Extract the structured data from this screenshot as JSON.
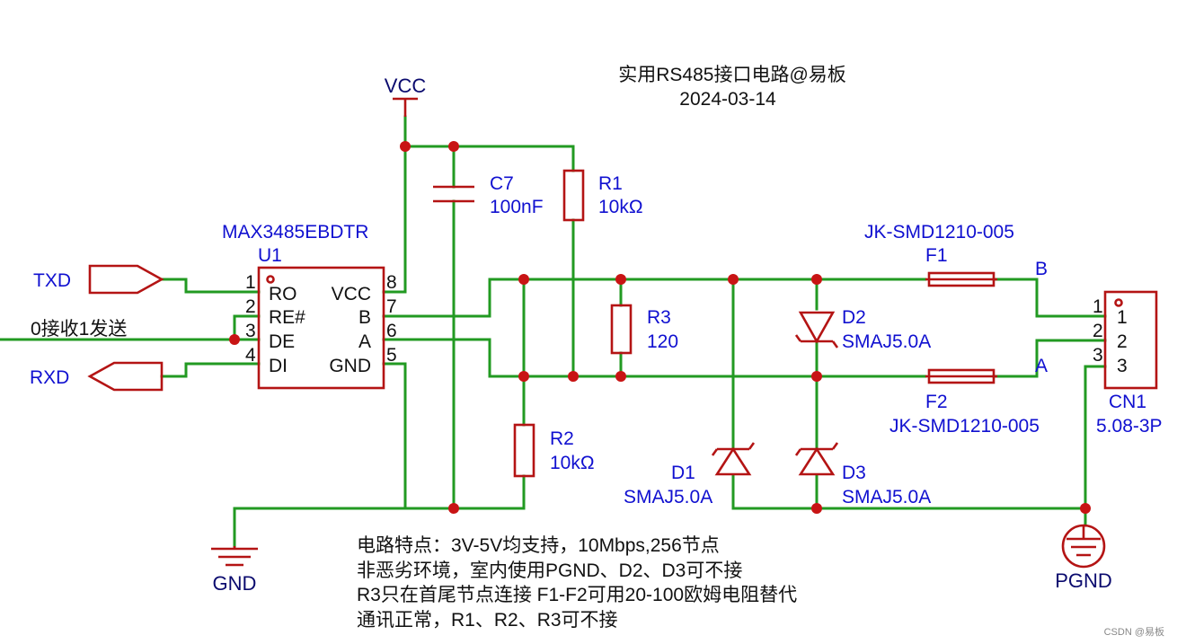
{
  "title": {
    "line1": "实用RS485接口电路@易板",
    "line2": "2024-03-14"
  },
  "power": {
    "vcc": "VCC",
    "gnd": "GND",
    "pgnd": "PGND"
  },
  "u1": {
    "part": "MAX3485EBDTR",
    "ref": "U1",
    "pins_left": [
      {
        "num": "1",
        "name": "RO"
      },
      {
        "num": "2",
        "name": "RE#"
      },
      {
        "num": "3",
        "name": "DE"
      },
      {
        "num": "4",
        "name": "DI"
      }
    ],
    "pins_right": [
      {
        "num": "8",
        "name": "VCC"
      },
      {
        "num": "7",
        "name": "B"
      },
      {
        "num": "6",
        "name": "A"
      },
      {
        "num": "5",
        "name": "GND"
      }
    ]
  },
  "nets": {
    "txd": "TXD",
    "rxd": "RXD",
    "dir": "0接收1发送",
    "b": "B",
    "a": "A"
  },
  "c7": {
    "ref": "C7",
    "value": "100nF"
  },
  "r1": {
    "ref": "R1",
    "value": "10kΩ"
  },
  "r2": {
    "ref": "R2",
    "value": "10kΩ"
  },
  "r3": {
    "ref": "R3",
    "value": "120"
  },
  "d1": {
    "ref": "D1",
    "value": "SMAJ5.0A"
  },
  "d2": {
    "ref": "D2",
    "value": "SMAJ5.0A"
  },
  "d3": {
    "ref": "D3",
    "value": "SMAJ5.0A"
  },
  "f1": {
    "ref": "F1",
    "value": "JK-SMD1210-005"
  },
  "f2": {
    "ref": "F2",
    "value": "JK-SMD1210-005"
  },
  "cn1": {
    "ref": "CN1",
    "value": "5.08-3P",
    "pins": [
      "1",
      "2",
      "3"
    ]
  },
  "notes": [
    "电路特点：3V-5V均支持，10Mbps,256节点",
    "非恶劣环境，室内使用PGND、D2、D3可不接",
    "R3只在首尾节点连接  F1-F2可用20-100欧姆电阻替代",
    "通讯正常，R1、R2、R3可不接"
  ],
  "watermark": "CSDN @易板",
  "colors": {
    "wire": "#229a22",
    "part": "#b41414",
    "label": "#1010d0",
    "power": "#0a0a6e",
    "text": "#111111"
  }
}
